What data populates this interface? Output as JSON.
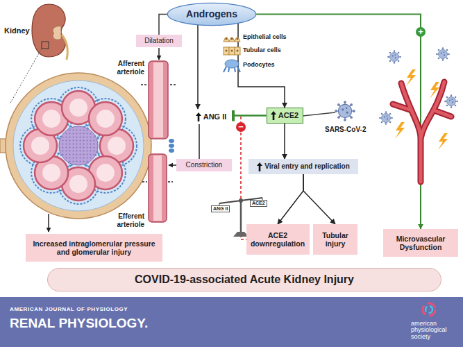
{
  "diagram": {
    "nodes": [
      {
        "text": [
          "Androgens"
        ]
      },
      {
        "text": [
          "Dilatation"
        ]
      },
      {
        "text": [
          "ANG II"
        ]
      },
      {
        "text": [
          "ACE2"
        ]
      },
      {
        "text": [
          "Constriction"
        ]
      },
      {
        "text": [
          "Viral entry and replication"
        ]
      },
      {
        "text": [
          "Increased intraglomerular pressure and glomerular injury"
        ]
      },
      {
        "text": [
          "ACE2 downregulation"
        ]
      },
      {
        "text": [
          "Tubular injury"
        ]
      },
      {
        "text": [
          "Microvascular Dysfunction"
        ]
      },
      {
        "text": [
          "COVID-19-associated Acute Kidney Injury"
        ]
      }
    ],
    "edges": [
      {
        "from": 0,
        "to": 1,
        "arrow": "none"
      },
      {
        "from": 0,
        "to": 2,
        "arrow": "to"
      },
      {
        "from": 0,
        "to": 3,
        "arrow": "to"
      },
      {
        "from": 3,
        "to": 2,
        "arrow": "to"
      },
      {
        "from": 2,
        "to": 4,
        "arrow": "none"
      },
      {
        "from": 3,
        "to": 5,
        "arrow": "to"
      },
      {
        "from": 5,
        "to": 7,
        "arrow": "to"
      },
      {
        "from": 5,
        "to": 8,
        "arrow": "to"
      },
      {
        "from": 0,
        "to": 9,
        "arrow": "to"
      }
    ],
    "labels": [
      "Kidney",
      "Afferent arteriole",
      "Epithelial cells",
      "Tubular cells",
      "Podocytes",
      "SARS-CoV-2",
      "+",
      "−",
      "Efferent arteriole",
      "ANG II",
      "ACE2",
      "AMERICAN JOURNAL OF PHYSIOLOGY",
      "RENAL PHYSIOLOGY.",
      "american physiological society"
    ]
  }
}
